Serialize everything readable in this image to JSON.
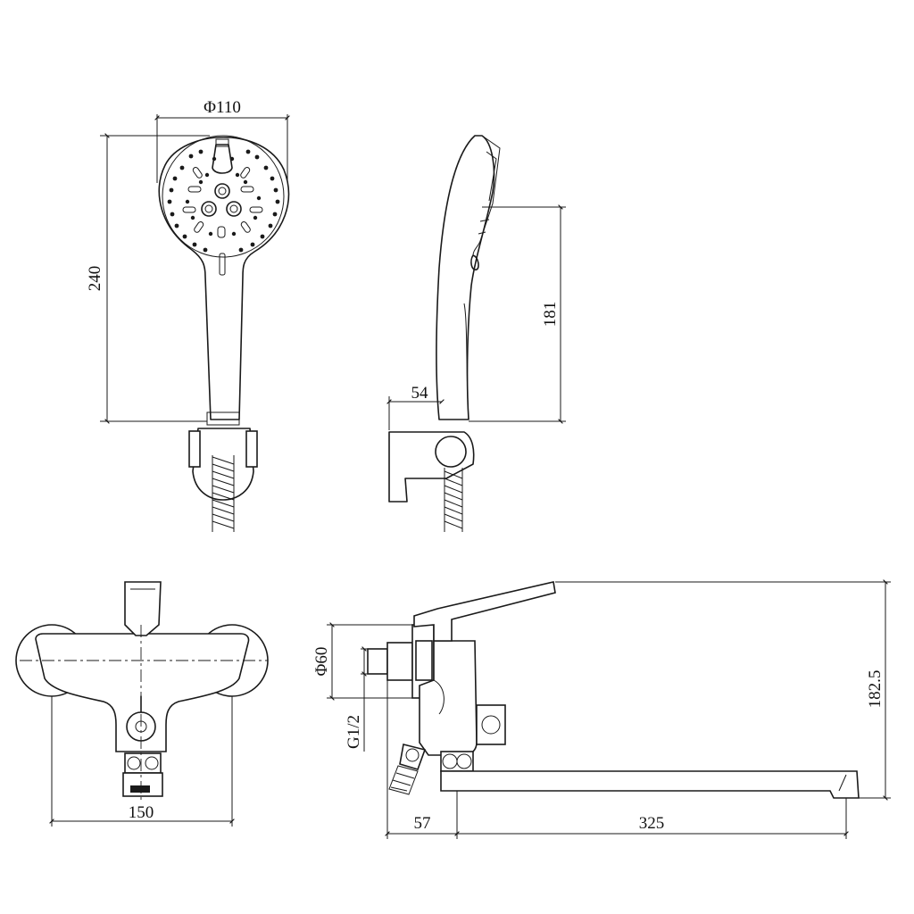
{
  "dimensions": {
    "showerhead_diameter": "Φ110",
    "handshower_length": "240",
    "side_depth": "54",
    "side_height": "181",
    "mixer_width": "150",
    "eccentric_diameter": "Φ60",
    "thread": "G1/2",
    "wall_offset": "57",
    "spout_length": "325",
    "mixer_height": "182.5"
  }
}
